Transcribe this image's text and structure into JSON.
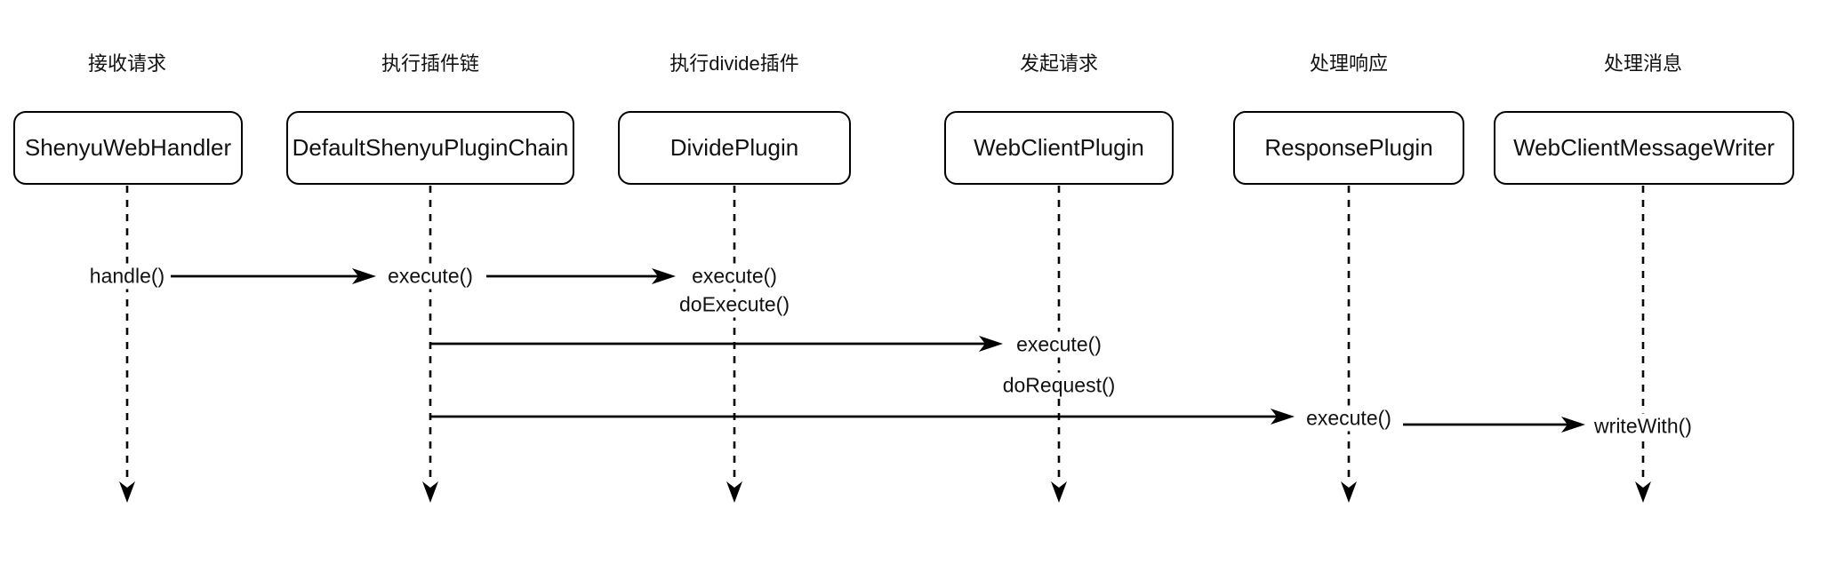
{
  "diagram": {
    "type": "sequence-diagram",
    "actors": [
      {
        "title": "接收请求",
        "name": "ShenyuWebHandler"
      },
      {
        "title": "执行插件链",
        "name": "DefaultShenyuPluginChain"
      },
      {
        "title": "执行divide插件",
        "name": "DividePlugin"
      },
      {
        "title": "发起请求",
        "name": "WebClientPlugin"
      },
      {
        "title": "处理响应",
        "name": "ResponsePlugin"
      },
      {
        "title": "处理消息",
        "name": "WebClientMessageWriter"
      }
    ],
    "messages": [
      {
        "label": "handle()",
        "at": "ShenyuWebHandler",
        "arrow_to": "DefaultShenyuPluginChain"
      },
      {
        "label": "execute()",
        "at": "DefaultShenyuPluginChain",
        "arrow_to": "DividePlugin"
      },
      {
        "label": "execute()",
        "at": "DividePlugin"
      },
      {
        "label": "doExecute()",
        "at": "DividePlugin"
      },
      {
        "label": "execute()",
        "at": "WebClientPlugin",
        "arrow_from": "DefaultShenyuPluginChain"
      },
      {
        "label": "doRequest()",
        "at": "WebClientPlugin"
      },
      {
        "label": "execute()",
        "at": "ResponsePlugin",
        "arrow_from": "DefaultShenyuPluginChain",
        "arrow_to": "WebClientMessageWriter"
      },
      {
        "label": "writeWith()",
        "at": "WebClientMessageWriter"
      }
    ],
    "colors": {
      "stroke": "#000000",
      "text": "#111111",
      "background": "#ffffff"
    }
  }
}
